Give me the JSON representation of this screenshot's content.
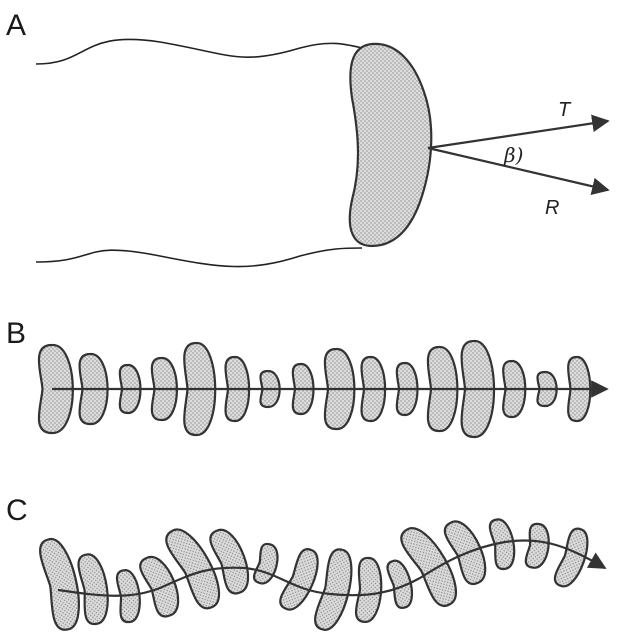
{
  "panels": [
    {
      "label": "A"
    },
    {
      "label": "B"
    },
    {
      "label": "C"
    }
  ],
  "panel_a": {
    "thrust_label": "T",
    "result_label": "R",
    "angle_label": "β)"
  },
  "colors": {
    "stroke": "#333333",
    "fill": "#d6d6d6",
    "background": "#ffffff"
  }
}
